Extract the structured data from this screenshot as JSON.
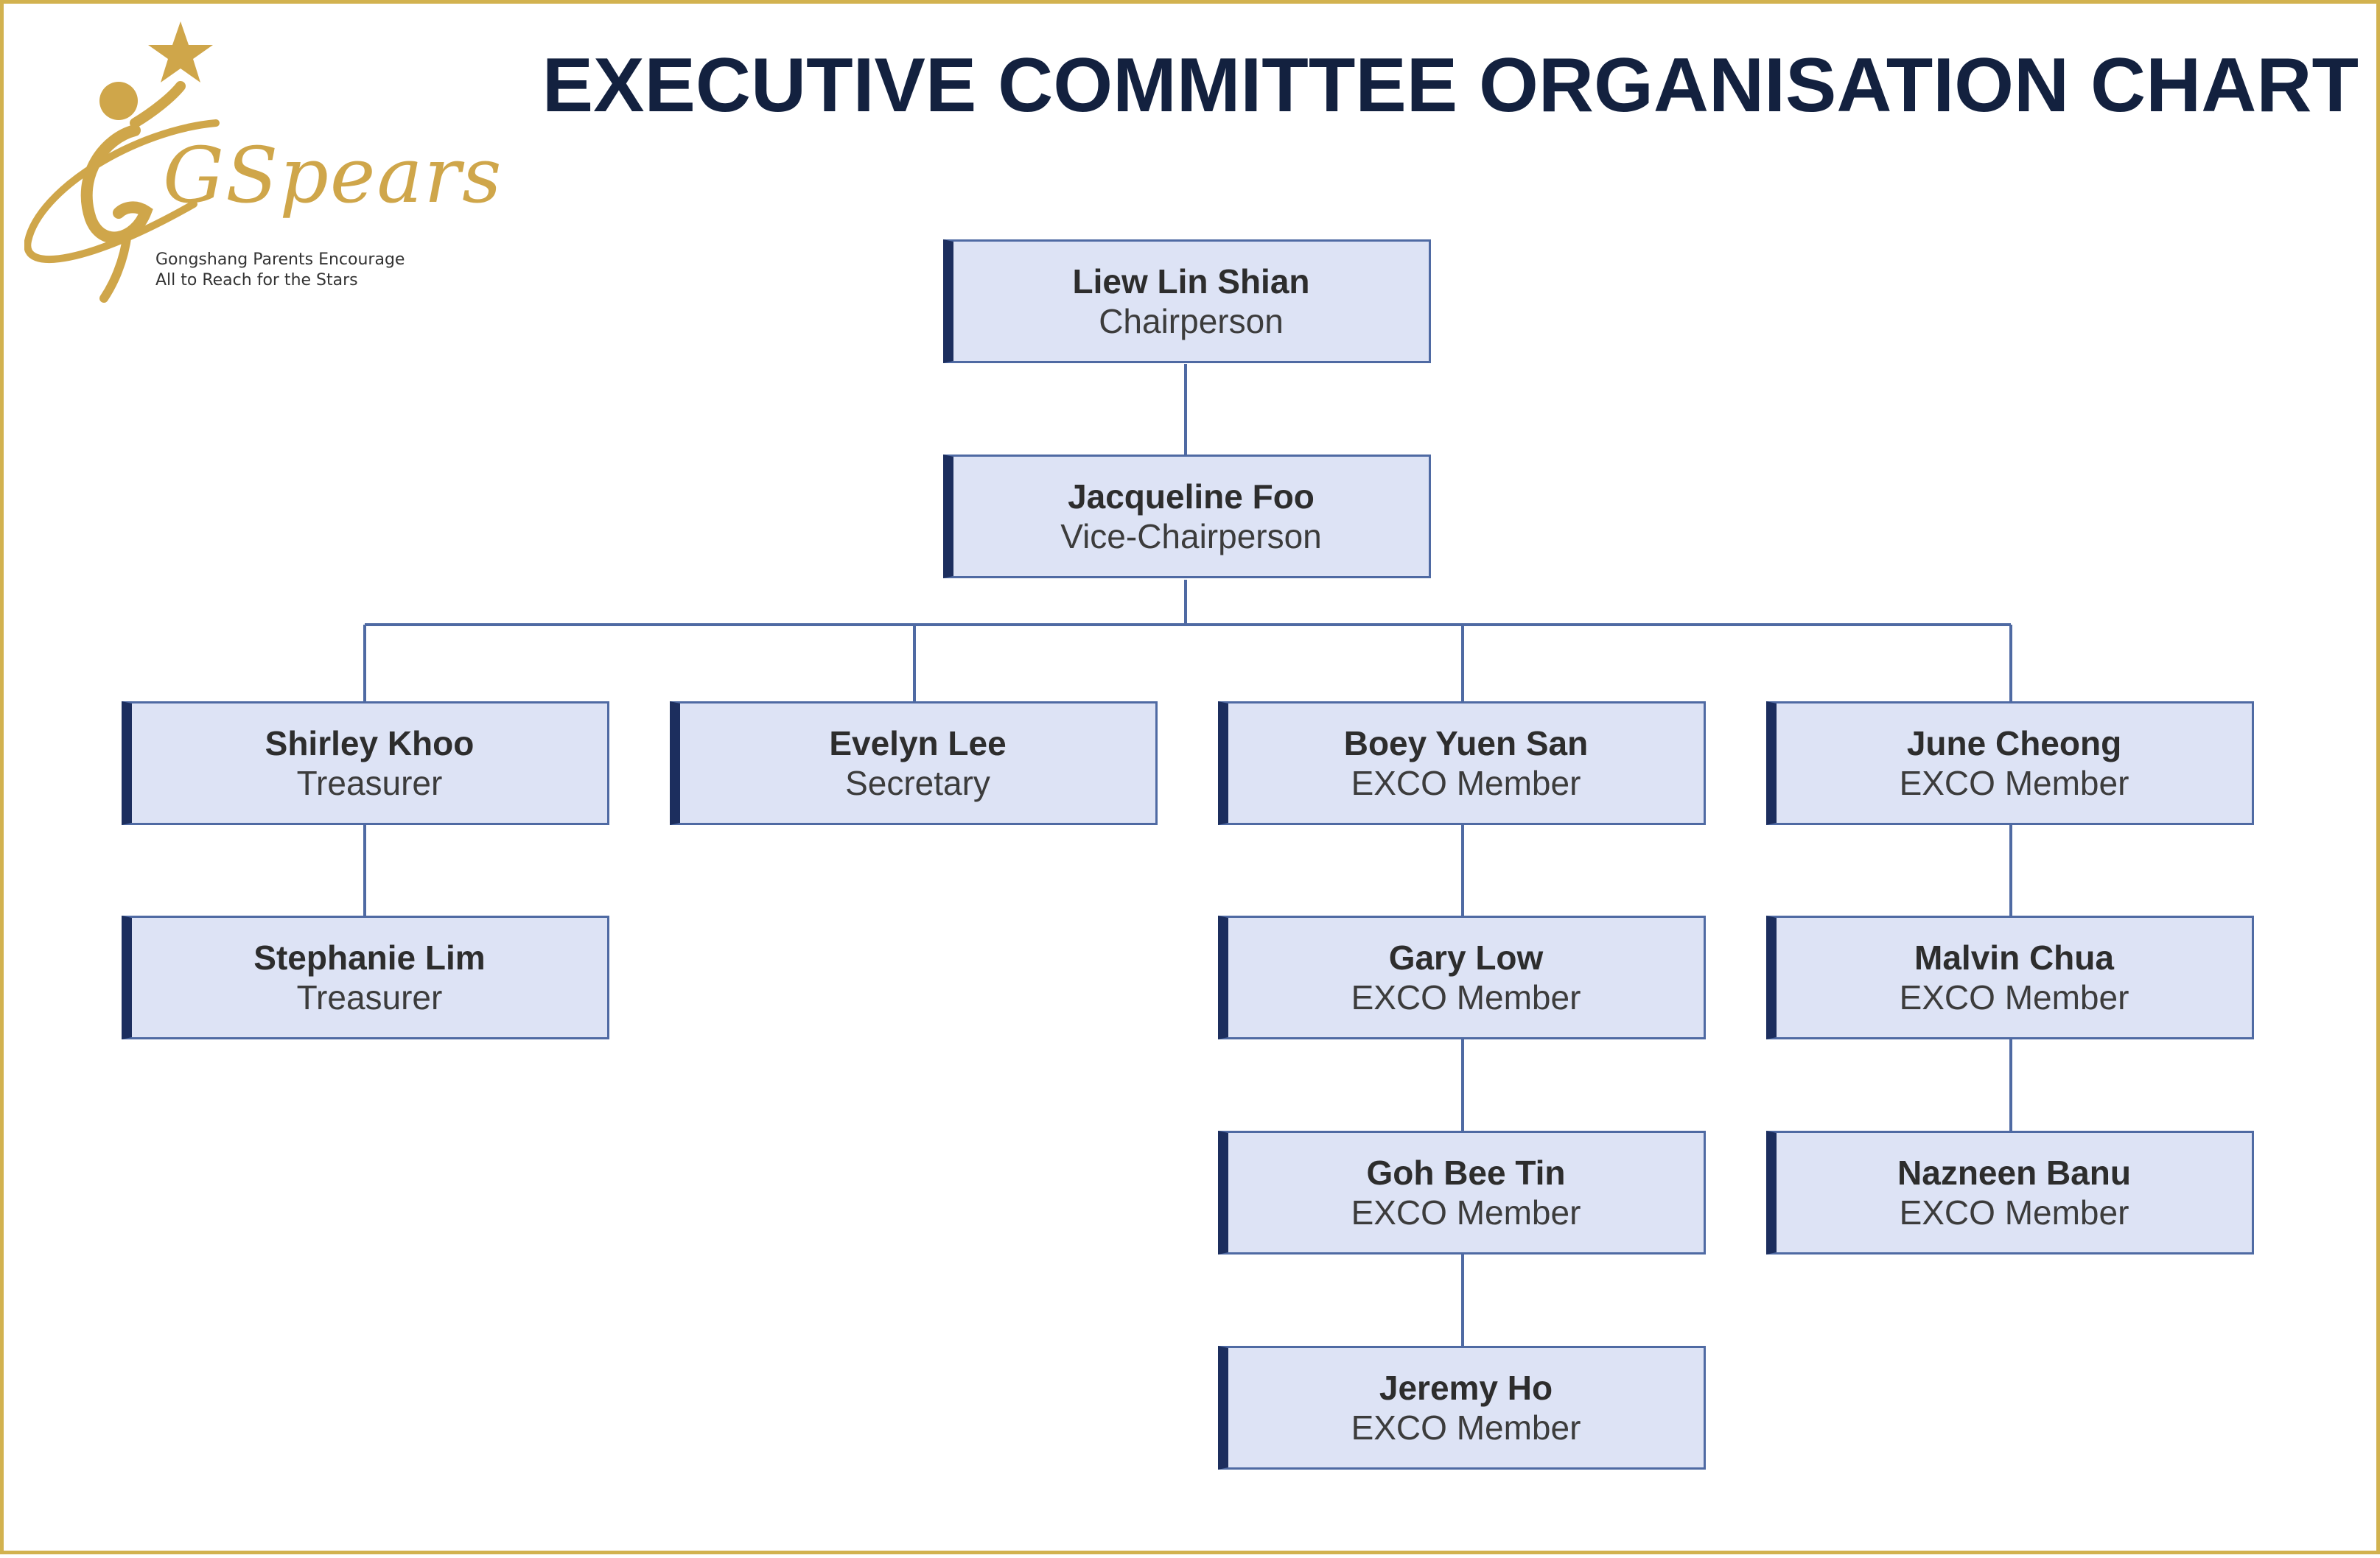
{
  "title": "EXECUTIVE COMMITTEE ORGANISATION CHART",
  "logo": {
    "wordmark": "GSpears",
    "tagline_line1": "Gongshang Parents Encourage",
    "tagline_line2": "All to Reach for the Stars"
  },
  "colors": {
    "title": "#13213f",
    "node_fill": "#dde3f5",
    "node_border": "#4f6aa3",
    "node_accent": "#1c2e5e",
    "connector": "#4f6aa3",
    "frame_gold": "#d2b24f",
    "logo_gold": "#cfa64a"
  },
  "nodes": {
    "chair": {
      "name": "Liew Lin Shian",
      "role": "Chairperson"
    },
    "vice_chair": {
      "name": "Jacqueline Foo",
      "role": "Vice-Chairperson"
    },
    "treasurer_1": {
      "name": "Shirley Khoo",
      "role": "Treasurer"
    },
    "treasurer_2": {
      "name": "Stephanie Lim",
      "role": "Treasurer"
    },
    "secretary": {
      "name": "Evelyn Lee",
      "role": "Secretary"
    },
    "exco_1": {
      "name": "Boey Yuen San",
      "role": "EXCO Member"
    },
    "exco_2": {
      "name": "Gary Low",
      "role": "EXCO Member"
    },
    "exco_3": {
      "name": "Goh Bee Tin",
      "role": "EXCO Member"
    },
    "exco_4": {
      "name": "Jeremy Ho",
      "role": "EXCO Member"
    },
    "exco_5": {
      "name": "June Cheong",
      "role": "EXCO Member"
    },
    "exco_6": {
      "name": "Malvin Chua",
      "role": "EXCO Member"
    },
    "exco_7": {
      "name": "Nazneen Banu",
      "role": "EXCO Member"
    }
  }
}
